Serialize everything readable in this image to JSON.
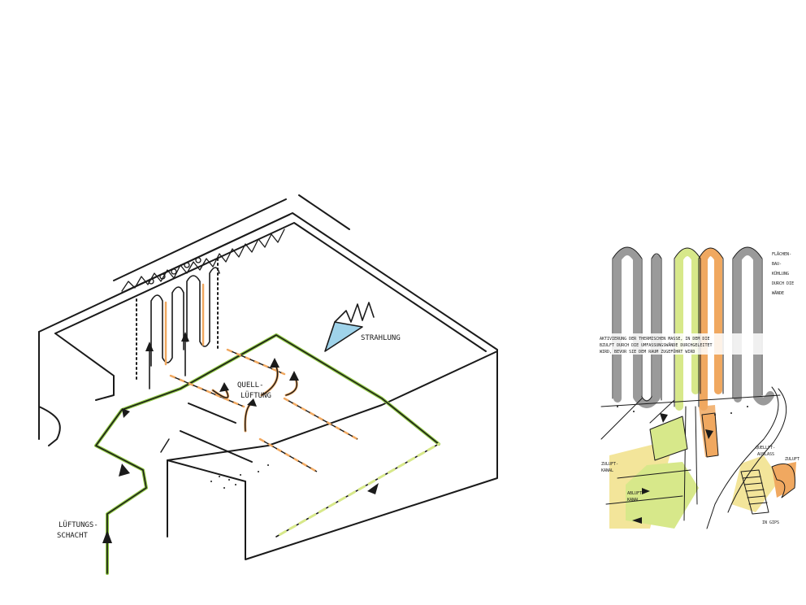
{
  "left_sketch": {
    "labels": {
      "shaft_line1": "LÜFTUNGS-",
      "shaft_line2": "SCHACHT",
      "source_line1": "QUELL-",
      "source_line2": "LÜFTUNG",
      "radiation": "STRAHLUNG"
    }
  },
  "right_sketch": {
    "labels": {
      "panel_1": "FLÄCHEN-",
      "panel_2": "BAU-",
      "panel_3": "KÜHLUNG",
      "panel_4": "DURCH DIE",
      "panel_5": "WÄNDE",
      "caption_1": "AKTIVIERUNG DER THERMISCHEN MASSE, IN DEM DIE",
      "caption_2": "BZULFT DURCH DIE UMFASSUNGSWÄNDE DURCHGELEITET",
      "caption_3": "WIRD, BEVOR SIE DEM RAUM ZUGEFÜHRT WIRD",
      "zuluft_kanal_1": "ZULUFT-",
      "zuluft_kanal_2": "KANAL",
      "abluft_kanal_1": "ABLUFT-",
      "abluft_kanal_2": "KANAL",
      "quellauslass_1": "QUELLFT-",
      "quellauslass_2": "AUSLASS",
      "zuluft_short": "ZULUFT",
      "gips": "IN GIPS"
    }
  },
  "colors": {
    "ink": "#1a1a1a",
    "green": "#8cc63f",
    "green_light": "#d7e88a",
    "orange": "#f0a860",
    "blue": "#9fd3ea",
    "yellow": "#f3e59a",
    "grey": "#9a9a9a"
  }
}
